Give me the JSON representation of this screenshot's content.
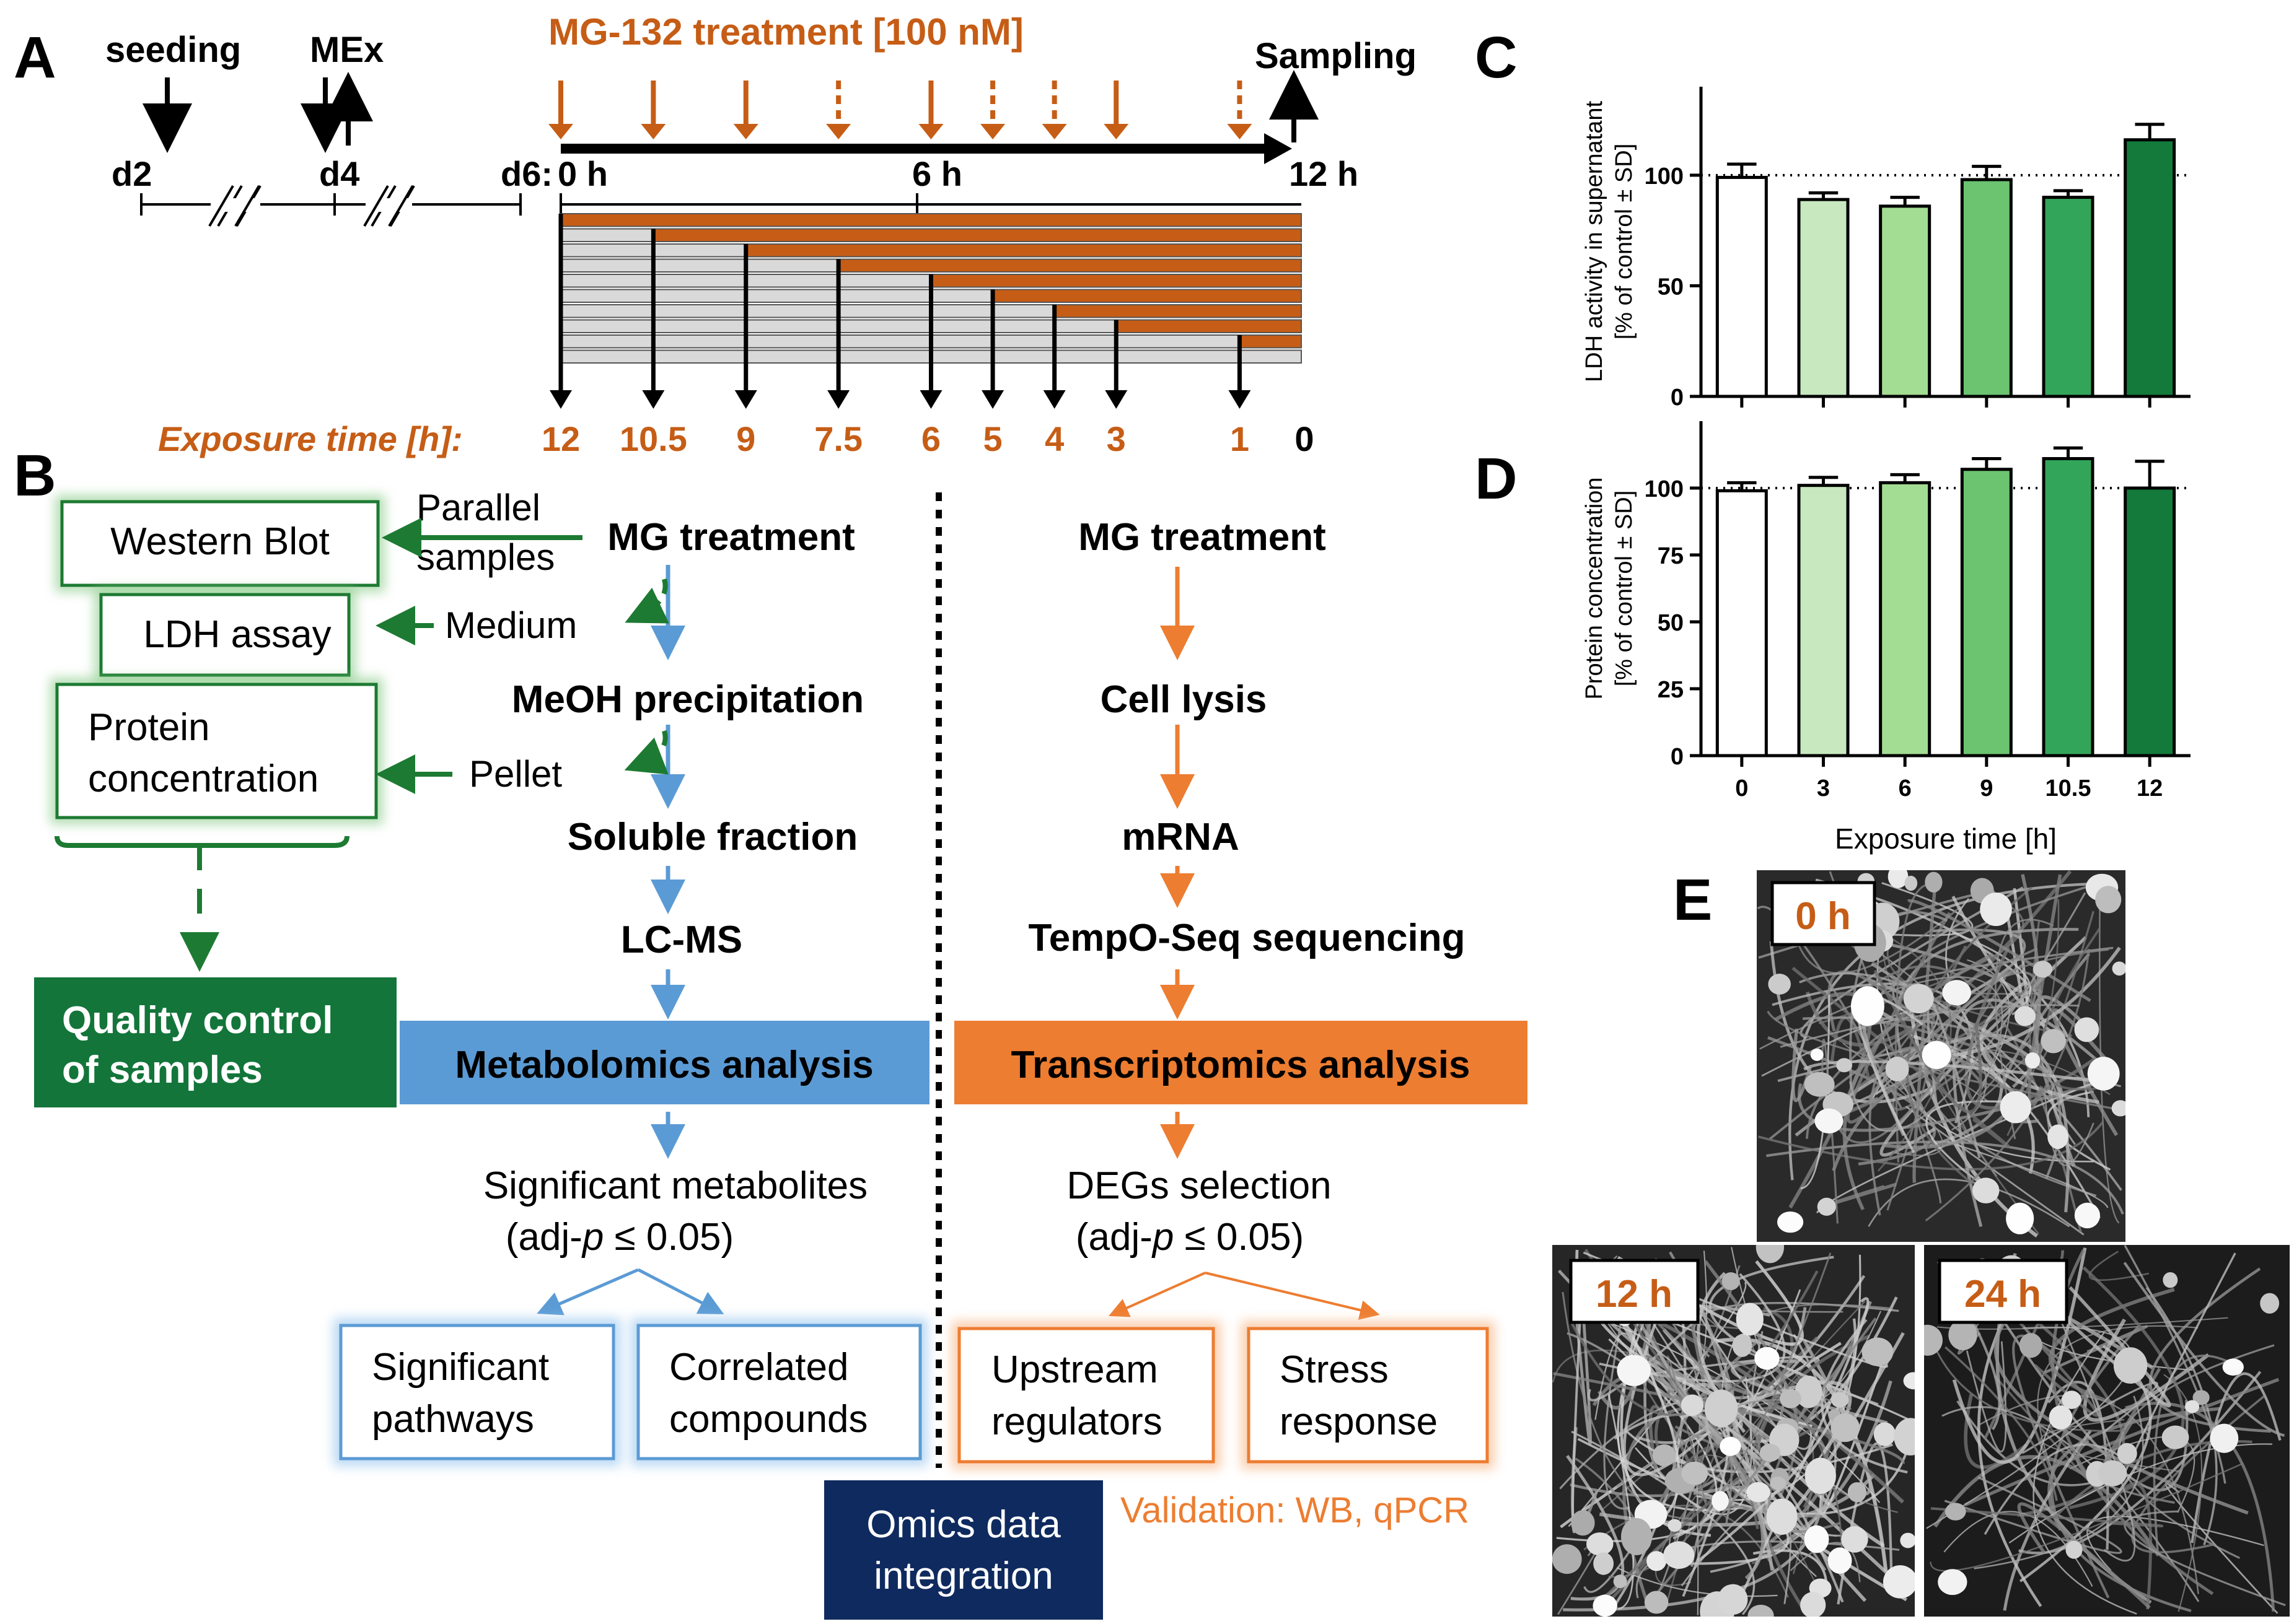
{
  "panels": {
    "a": "A",
    "b": "B",
    "c": "C",
    "d": "D",
    "e": "E"
  },
  "timeline": {
    "seeding": "seeding",
    "mex": "MEx",
    "treatment": "MG-132 treatment [100 nM]",
    "sampling": "Sampling",
    "d2": "d2",
    "d4": "d4",
    "d6": "d6:",
    "t0": "0 h",
    "t6": "6 h",
    "t12": "12 h",
    "exposure_label": "Exposure time [h]:",
    "exposure_values": [
      "12",
      "10.5",
      "9",
      "7.5",
      "6",
      "5",
      "4",
      "3",
      "1",
      "0"
    ]
  },
  "flow": {
    "western_blot": "Western Blot",
    "ldh_assay": "LDH assay",
    "protein_line1": "Protein",
    "protein_line2": "concentration",
    "parallel_line1": "Parallel",
    "parallel_line2": "samples",
    "medium": "Medium",
    "pellet": "Pellet",
    "qc_line1": "Quality control",
    "qc_line2": "of samples",
    "mg_left": "MG treatment",
    "meoh": "MeOH precipitation",
    "soluble": "Soluble fraction",
    "lcms": "LC-MS",
    "metabolomics": "Metabolomics analysis",
    "sig_metab": "Significant metabolites",
    "adjp_prefix": "(adj-",
    "adjp_p": "p",
    "adjp_suffix": " ≤ 0.05)",
    "sig_path_1": "Significant",
    "sig_path_2": "pathways",
    "corr_1": "Correlated",
    "corr_2": "compounds",
    "mg_right": "MG treatment",
    "lysis": "Cell lysis",
    "mrna": "mRNA",
    "tempo": "TempO-Seq sequencing",
    "transcriptomics": "Transcriptomics analysis",
    "degs": "DEGs selection",
    "upstream_1": "Upstream",
    "upstream_2": "regulators",
    "stress_1": "Stress",
    "stress_2": "response",
    "omics_1": "Omics data",
    "omics_2": "integration",
    "validation": "Validation: WB, qPCR"
  },
  "chart_data": [
    {
      "type": "bar",
      "panel": "C",
      "ylabel_line1": "LDH activity in supernatant",
      "ylabel_line2": "[% of control ± SD]",
      "categories": [
        "0",
        "3",
        "6",
        "9",
        "10.5",
        "12"
      ],
      "values": [
        99,
        89,
        86,
        98,
        90,
        116
      ],
      "errors": [
        6,
        3,
        4,
        6,
        3,
        7
      ],
      "ylim": [
        0,
        140
      ],
      "yticks": [
        0,
        50,
        100
      ],
      "reference_line": 100,
      "bar_colors": [
        "#ffffff",
        "#c8e9bf",
        "#a3dc93",
        "#6cc471",
        "#33a55a",
        "#137a3b"
      ]
    },
    {
      "type": "bar",
      "panel": "D",
      "ylabel_line1": "Protein concentration",
      "ylabel_line2": "[% of control ± SD]",
      "xlabel": "Exposure time [h]",
      "categories": [
        "0",
        "3",
        "6",
        "9",
        "10.5",
        "12"
      ],
      "values": [
        99,
        101,
        102,
        107,
        111,
        100
      ],
      "errors": [
        3,
        3,
        3,
        4,
        4,
        10
      ],
      "ylim": [
        0,
        125
      ],
      "yticks": [
        0,
        25,
        50,
        75,
        100
      ],
      "reference_line": 100,
      "bar_colors": [
        "#ffffff",
        "#c8e9bf",
        "#a3dc93",
        "#6cc471",
        "#33a55a",
        "#137a3b"
      ]
    }
  ],
  "images": {
    "img0": "0 h",
    "img12": "12 h",
    "img24": "24 h"
  },
  "colors": {
    "orange": "#c65d16",
    "green": "#1d7a32",
    "blue": "#5b9bd5",
    "orange_arrow": "#ed7d31",
    "navy": "#0f2a5e"
  }
}
